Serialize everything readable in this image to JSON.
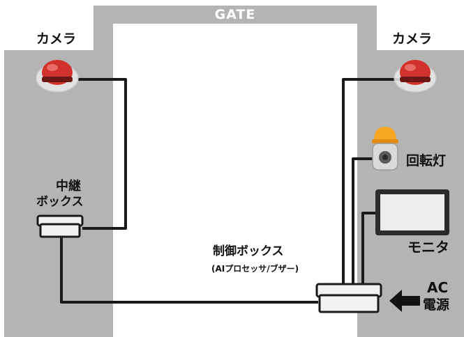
{
  "labels": {
    "gate": "GATE",
    "camera_left": "カメラ",
    "camera_right": "カメラ",
    "relay_line1": "中継",
    "relay_line2": "ボックス",
    "rotating_lamp": "回転灯",
    "monitor": "モニタ",
    "control_box": "制御ボックス",
    "control_box_sub": "(AIプロセッサ/ブザー)",
    "ac": "AC",
    "power": "電源"
  },
  "colors": {
    "wall": "#b4b4b4",
    "cable": "#1a1a1a",
    "camera_red": "#d2322d",
    "lamp_orange": "#f5a623",
    "box_fill": "#f2f2f2"
  },
  "icons": [
    "camera-icon",
    "relay-box-icon",
    "rotating-lamp-icon",
    "monitor-icon",
    "control-box-icon",
    "arrow-left-icon"
  ]
}
